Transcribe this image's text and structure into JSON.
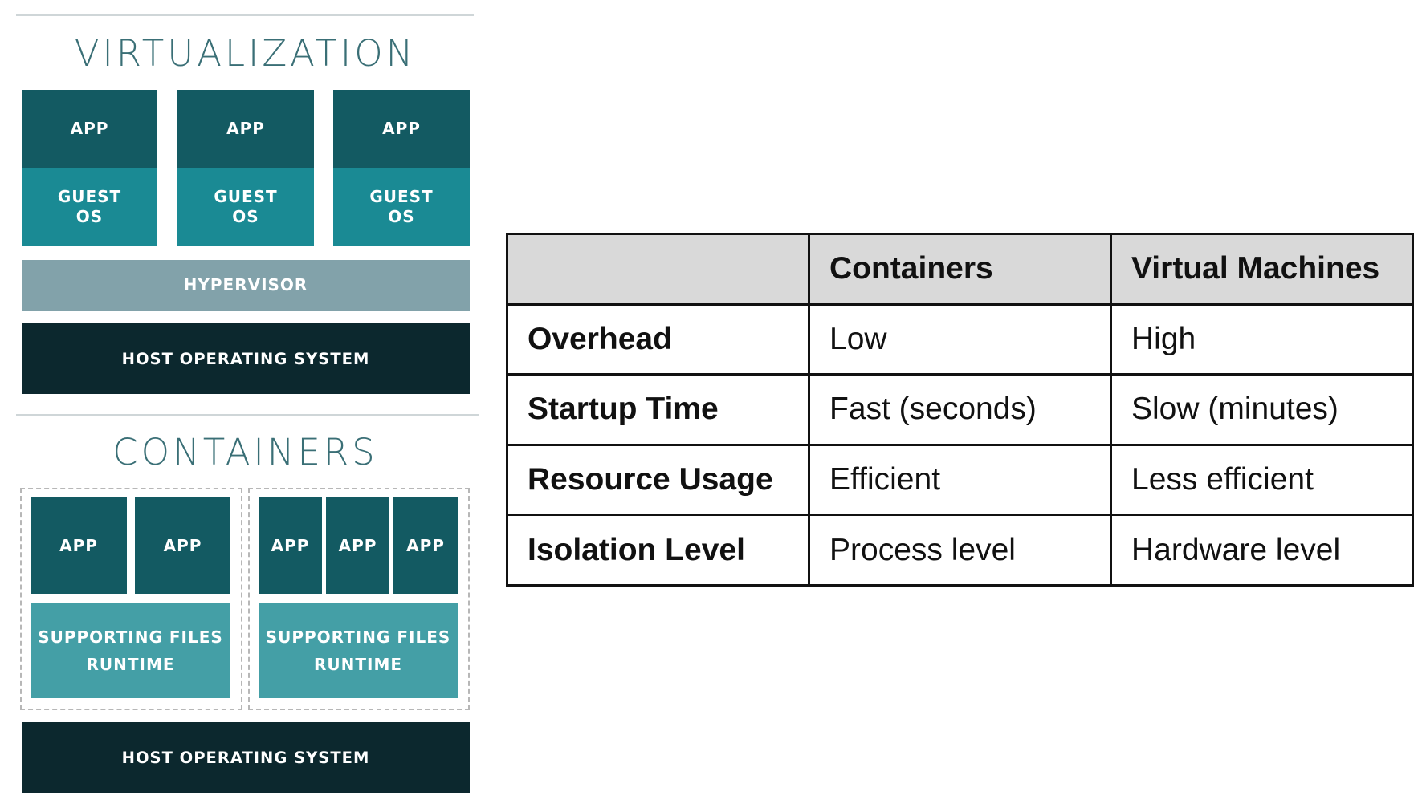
{
  "virtualization": {
    "title": "VIRTUALIZATION",
    "vms": [
      {
        "app": "APP",
        "guest_line1": "GUEST",
        "guest_line2": "OS"
      },
      {
        "app": "APP",
        "guest_line1": "GUEST",
        "guest_line2": "OS"
      },
      {
        "app": "APP",
        "guest_line1": "GUEST",
        "guest_line2": "OS"
      }
    ],
    "hypervisor": "HYPERVISOR",
    "host_os": "HOST OPERATING SYSTEM"
  },
  "containers": {
    "title": "CONTAINERS",
    "groups": [
      {
        "apps": [
          "APP",
          "APP"
        ],
        "support_line1": "SUPPORTING FILES",
        "support_line2": "RUNTIME"
      },
      {
        "apps": [
          "APP",
          "APP",
          "APP"
        ],
        "support_line1": "SUPPORTING FILES",
        "support_line2": "RUNTIME"
      }
    ],
    "host_os": "HOST OPERATING SYSTEM"
  },
  "comparison_table": {
    "headers": [
      "",
      "Containers",
      "Virtual Machines"
    ],
    "rows": [
      [
        "Overhead",
        "Low",
        "High"
      ],
      [
        "Startup Time",
        "Fast (seconds)",
        "Slow (minutes)"
      ],
      [
        "Resource Usage",
        "Efficient",
        "Less efficient"
      ],
      [
        "Isolation Level",
        "Process level",
        "Hardware level"
      ]
    ]
  },
  "colors": {
    "app_block": "#135a62",
    "guest_os_block": "#1a8a94",
    "hypervisor_block": "#82a2aa",
    "host_os_block": "#0c282e",
    "supporting_files_block": "#449fa6",
    "section_title": "#3a6f76",
    "table_header_bg": "#d9d9d9"
  }
}
